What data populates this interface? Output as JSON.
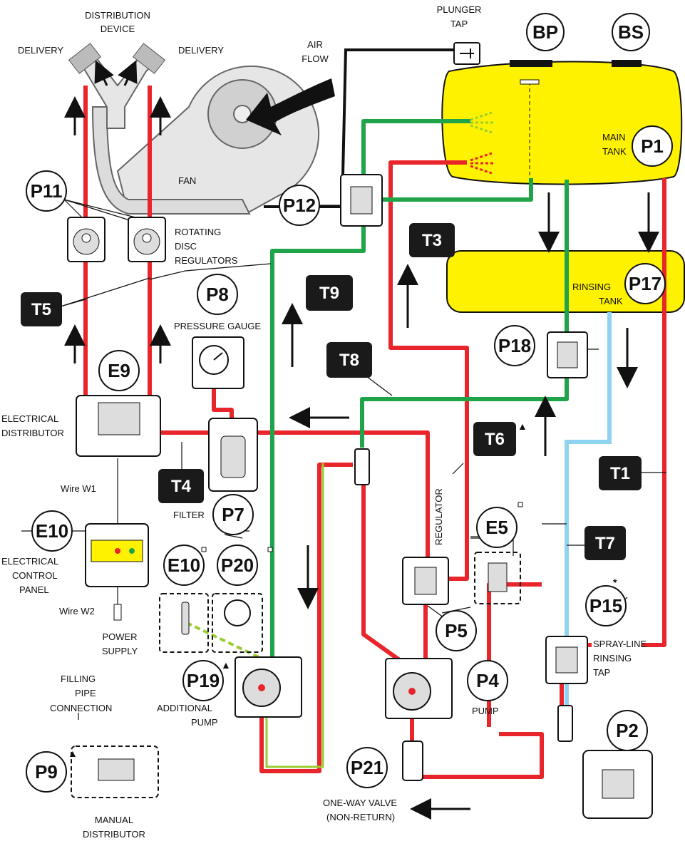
{
  "components": {
    "bp": "BP",
    "bs": "BS",
    "p1": "P1",
    "p2": "P2",
    "p4": "P4",
    "p5": "P5",
    "p7": "P7",
    "p8": "P8",
    "p9": "P9",
    "p11": "P11",
    "p12": "P12",
    "p15": "P15",
    "p17": "P17",
    "p18": "P18",
    "p19": "P19",
    "p20": "P20",
    "p21": "P21",
    "e5": "E5",
    "e9": "E9",
    "e10a": "E10",
    "e10b": "E10"
  },
  "tags": {
    "t1": "T1",
    "t3": "T3",
    "t4": "T4",
    "t5": "T5",
    "t6": "T6",
    "t6_mark": "▲",
    "t7": "T7",
    "t8": "T8",
    "t9": "T9"
  },
  "labels": {
    "distribution": "DISTRIBUTION",
    "device": "DEVICE",
    "delivery_left": "DELIVERY",
    "delivery_right": "DELIVERY",
    "air": "AIR",
    "flow": "FLOW",
    "plunger": "PLUNGER",
    "tap": "TAP",
    "fan": "FAN",
    "main": "MAIN",
    "tank": "TANK",
    "rotating": "ROTATING",
    "disc": "DISC",
    "regulators": "REGULATORS",
    "rinsing": "RINSING",
    "rinsing_tank": "TANK",
    "pressure_gauge": "PRESSURE GAUGE",
    "electrical": "ELECTRICAL",
    "distributor": "DISTRIBUTOR",
    "wire_w1": "Wire W1",
    "filter": "FILTER",
    "regulator": "REGULATOR",
    "electrical2": "ELECTRICAL",
    "control": "CONTROL",
    "panel": "PANEL",
    "wire_w2": "Wire W2",
    "power": "POWER",
    "supply": "SUPPLY",
    "spray_line": "SPRAY-LINE",
    "rinsing2": "RINSING",
    "tap2": "TAP",
    "filling": "FILLING",
    "pipe": "PIPE",
    "connection": "CONNECTION",
    "additional": "ADDITIONAL",
    "pump_add": "PUMP",
    "pump": "PUMP",
    "one_way": "ONE-WAY VALVE",
    "non_return": "(NON-RETURN)",
    "manual": "MANUAL",
    "manual_distributor": "DISTRIBUTOR"
  },
  "colors": {
    "pressure_line": "#e8252b",
    "return_line": "#1fa44a",
    "rinse_line": "#8fd3f0",
    "tank_fill": "#fff200",
    "filling_line": "#9acd32",
    "tag_bg": "#1a1a1a"
  }
}
